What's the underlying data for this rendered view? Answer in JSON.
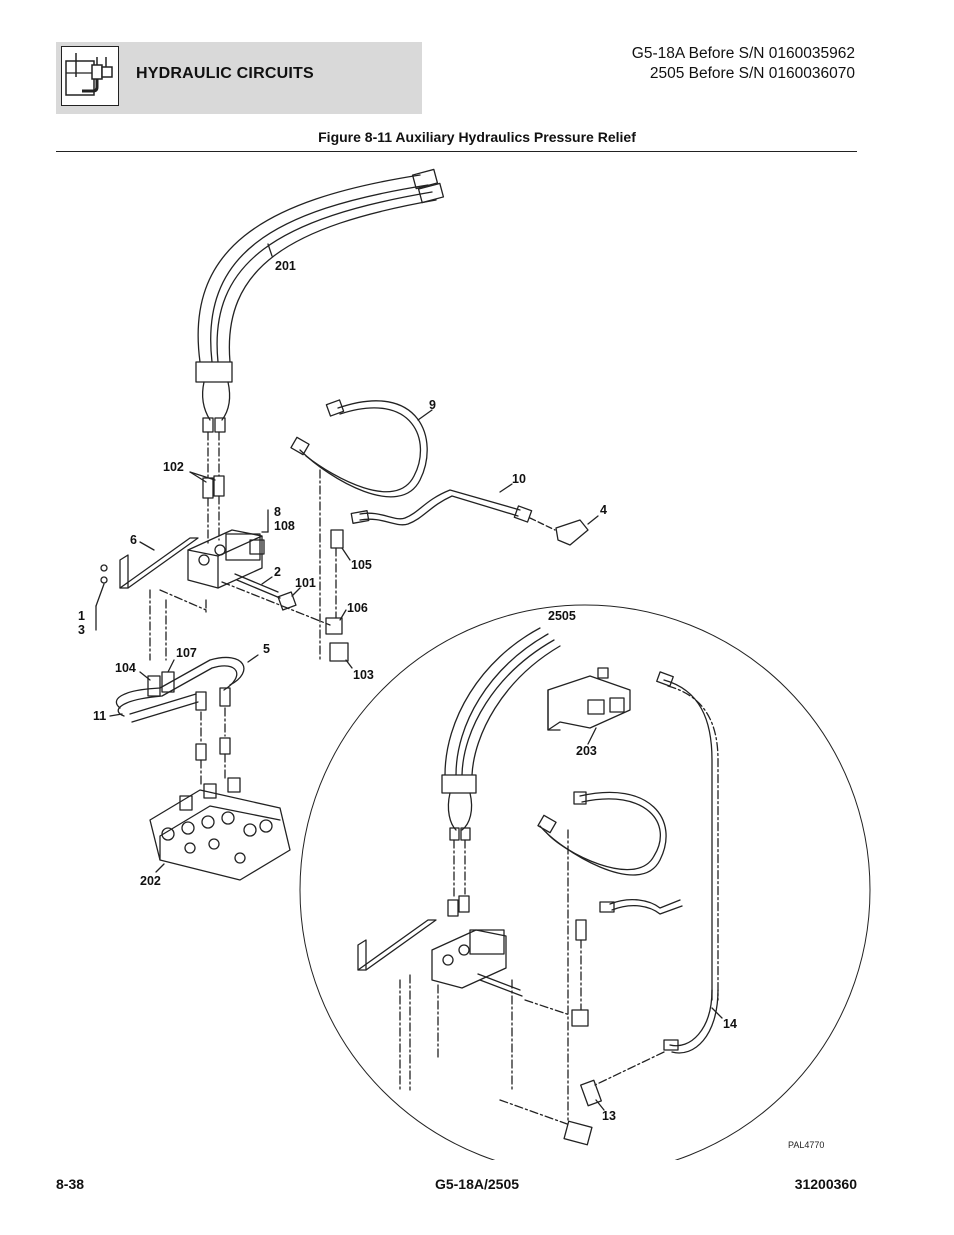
{
  "header": {
    "section_title": "HYDRAULIC CIRCUITS",
    "icon_name": "hydraulic-circuit-icon",
    "model_line_1": "G5-18A Before S/N 0160035962",
    "model_line_2": "2505 Before S/N 0160036070"
  },
  "figure": {
    "title": "Figure 8-11 Auxiliary Hydraulics Pressure Relief",
    "callouts": {
      "c201": "201",
      "c9": "9",
      "c10": "10",
      "c4": "4",
      "c102": "102",
      "c8": "8",
      "c108": "108",
      "c6": "6",
      "c2": "2",
      "c101": "101",
      "c105": "105",
      "c106": "106",
      "c1": "1",
      "c3": "3",
      "c5": "5",
      "c107": "107",
      "c104": "104",
      "c103": "103",
      "c11": "11",
      "c202": "202",
      "c2505": "2505",
      "c203": "203",
      "c14": "14",
      "c13": "13"
    },
    "drawing_id": "PAL4770"
  },
  "footer": {
    "page_number": "8-38",
    "model": "G5-18A/2505",
    "doc_number": "31200360"
  }
}
